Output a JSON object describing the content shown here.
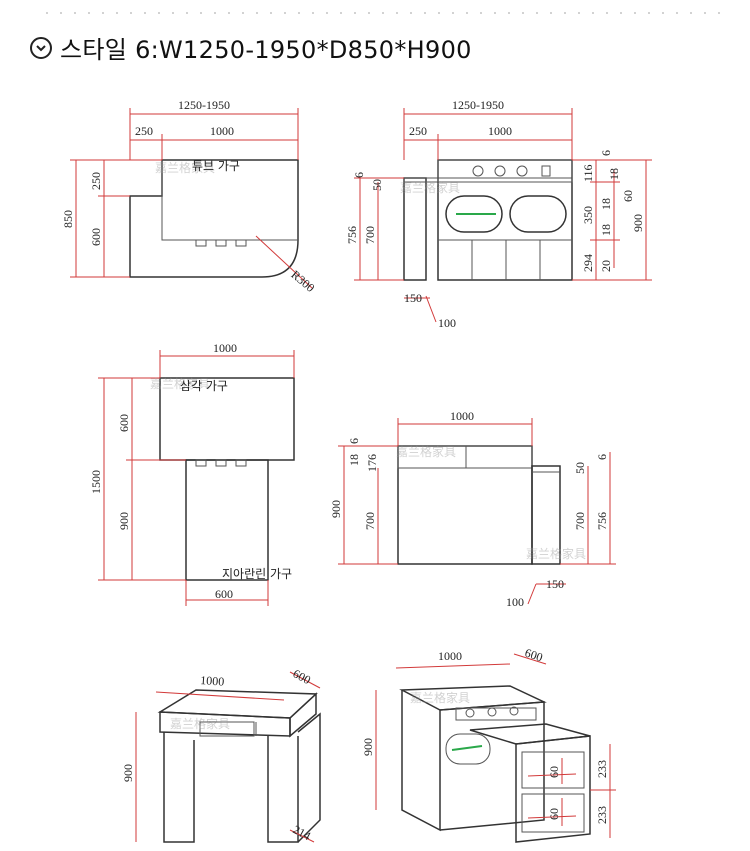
{
  "header": {
    "title": "스타일 6:W1250-1950*D850*H900",
    "toggle_icon": "chevron-down-circle-icon"
  },
  "watermark": "嘉兰格家具",
  "labels": {
    "tube_furniture": "튜브 가구",
    "triangle_furniture": "삼각 가구",
    "hidden_furniture": "지아란린 가구"
  },
  "dims": {
    "d1250_1950": "1250-1950",
    "d250": "250",
    "d1000": "1000",
    "d850": "850",
    "d600": "600",
    "r300": "R300",
    "d756": "756",
    "d700": "700",
    "d6": "6",
    "d50": "50",
    "d116": "116",
    "d18": "18",
    "d60": "60",
    "d350": "350",
    "d900": "900",
    "d294": "294",
    "d20": "20",
    "d150": "150",
    "d100": "100",
    "d1500": "1500",
    "d176": "176",
    "d214": "214",
    "d233": "233"
  }
}
